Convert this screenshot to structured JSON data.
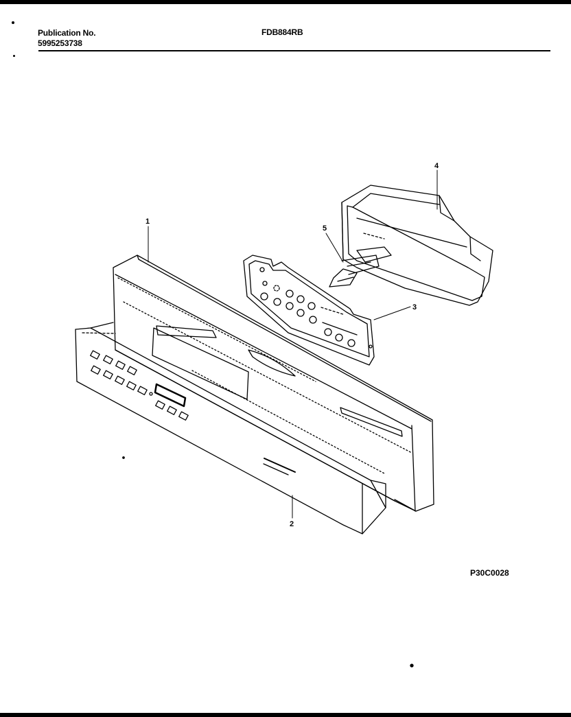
{
  "header": {
    "publication_label": "Publication No.",
    "publication_number": "5995253738",
    "model": "FDB884RB"
  },
  "diagram": {
    "callouts": [
      "1",
      "2",
      "3",
      "4",
      "5"
    ],
    "figure_code": "P30C0028"
  }
}
